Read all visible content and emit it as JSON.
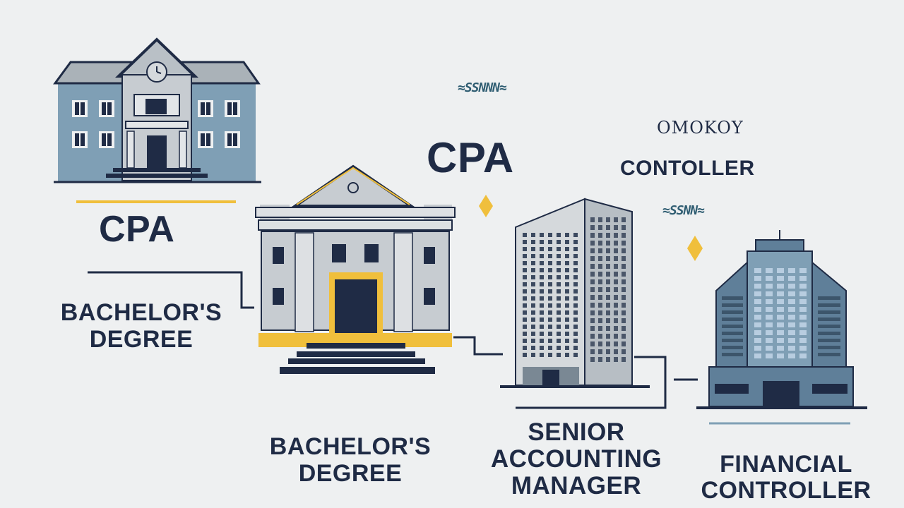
{
  "labels": {
    "cpa_left": "CPA",
    "cpa_center": "CPA",
    "bachelor_left_line1": "BACHELOR'S",
    "bachelor_left_line2": "DEGREE",
    "bachelor_center_line1": "BACHELOR'S",
    "bachelor_center_line2": "DEGREE",
    "senior_line1": "SENIOR",
    "senior_line2": "ACCOUNTING",
    "senior_line3": "MANAGER",
    "financial_line1": "FINANCIAL",
    "financial_line2": "CONTROLLER",
    "controller_misspelled": "CONTOLLER",
    "garbled_text": "OMOKOY",
    "squiggle_1": "≈SSNNN≈",
    "squiggle_2": "≈SSNN≈"
  },
  "colors": {
    "background": "#eef0f1",
    "navy": "#1f2b45",
    "steel_blue": "#7f9fb5",
    "light_gray": "#d2d6da",
    "gold": "#f0bf3c",
    "teal_text": "#2f5d72"
  },
  "icons": {
    "university_building": "school-building-icon",
    "courthouse_building": "columned-hall-icon",
    "office_tower": "skyscraper-icon",
    "corporate_hq": "corporate-tower-icon",
    "diamond": "diamond-icon"
  }
}
